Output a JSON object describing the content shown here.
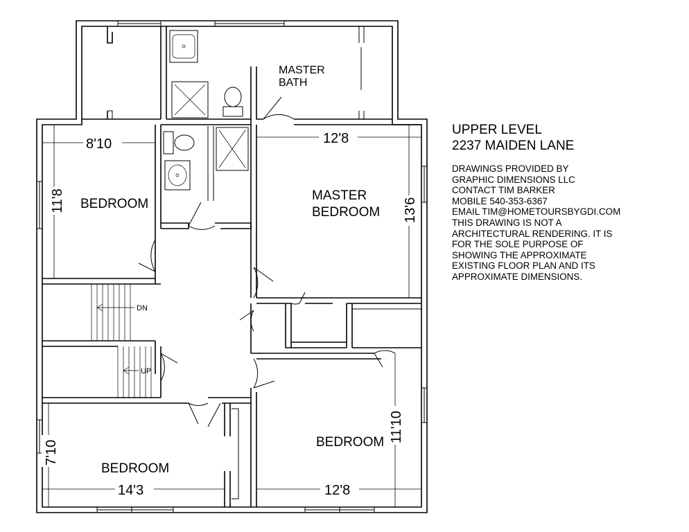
{
  "plan": {
    "rooms": {
      "master_bath_line1": "MASTER",
      "master_bath_line2": "BATH",
      "master_bedroom_line1": "MASTER",
      "master_bedroom_line2": "BEDROOM",
      "bedroom_upper_left": "BEDROOM",
      "bedroom_lower_left": "BEDROOM",
      "bedroom_lower_right": "BEDROOM"
    },
    "dimensions": {
      "upper_left_width": "8'10",
      "upper_left_height": "11'8",
      "master_width": "12'8",
      "master_height": "13'6",
      "lower_left_width": "14'3",
      "lower_left_height": "7'10",
      "lower_right_width": "12'8",
      "lower_right_height": "11'10"
    },
    "stairs": {
      "down_label": "DN",
      "up_label": "UP"
    }
  },
  "notes": {
    "title_lines": [
      "UPPER LEVEL",
      "2237 MAIDEN LANE"
    ],
    "credit_lines": [
      "DRAWINGS PROVIDED BY",
      "GRAPHIC DIMENSIONS LLC",
      "CONTACT TIM BARKER",
      "MOBILE  540-353-6367",
      "EMAIL TIM@HOMETOURSBYGDI.COM",
      "THIS DRAWING IS NOT A",
      "ARCHITECTURAL RENDERING.  IT IS",
      "FOR THE SOLE PURPOSE OF",
      "SHOWING THE APPROXIMATE",
      "EXISTING FLOOR PLAN AND ITS",
      "APPROXIMATE DIMENSIONS."
    ]
  }
}
